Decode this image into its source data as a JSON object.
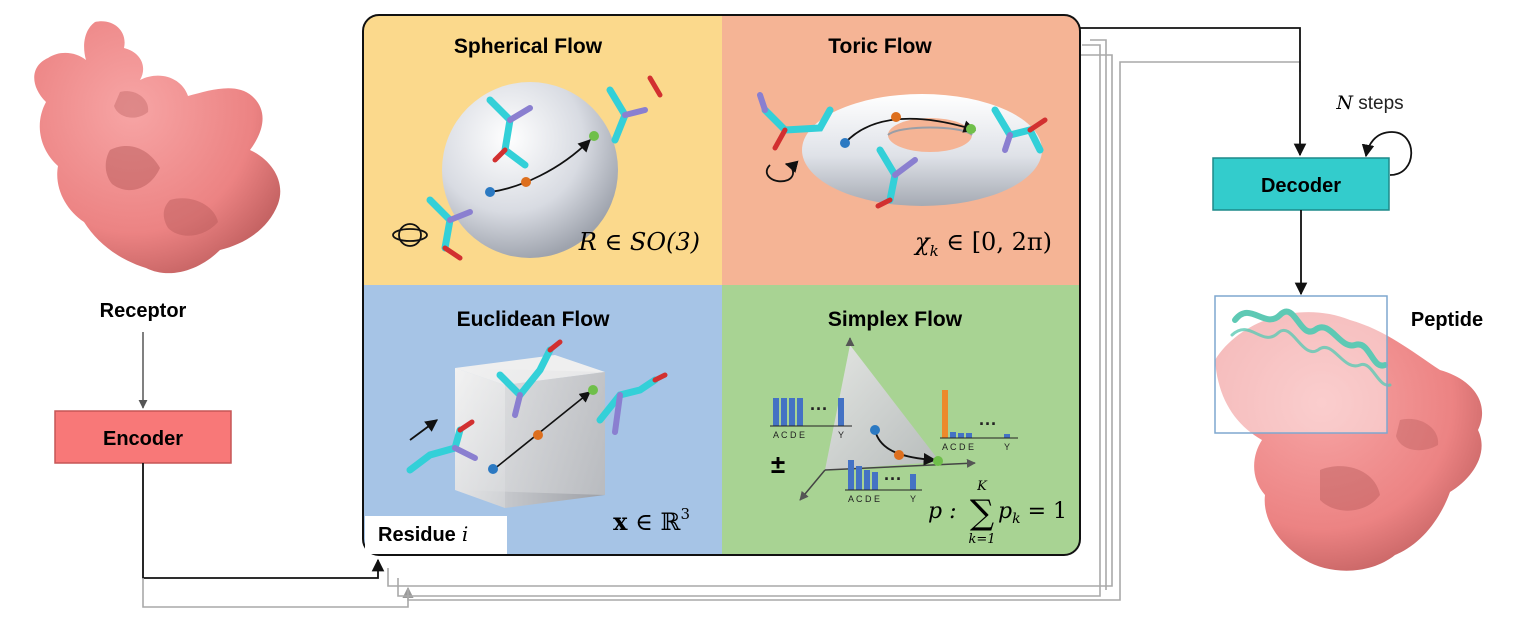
{
  "receptor": {
    "label": "Receptor"
  },
  "encoder": {
    "label": "Encoder"
  },
  "decoder": {
    "label": "Decoder"
  },
  "peptide": {
    "label": "Peptide"
  },
  "loop": {
    "n": "N",
    "steps": " steps"
  },
  "residue": {
    "label": "Residue",
    "index": "i"
  },
  "panels": {
    "spherical": {
      "title": "Spherical Flow",
      "formula": "R ∈ SO(3)"
    },
    "toric": {
      "title": "Toric Flow",
      "formula_var": "χ",
      "formula_sub": "k",
      "formula_rest": " ∈ [0, 2π)"
    },
    "euclidean": {
      "title": "Euclidean Flow",
      "formula_var": "x",
      "formula_rest": " ∈ ℝ",
      "formula_sup": "3"
    },
    "simplex": {
      "title": "Simplex Flow",
      "formula_p": "p :",
      "sum_symbol": "∑",
      "sum_top": "K",
      "sum_bottom": "k=1",
      "sum_term": "p",
      "sum_term_sub": "k",
      "sum_rest": " = 1",
      "pm": "±",
      "bar_letters": "A C D E",
      "bar_y": "Y",
      "ellipsis": "···"
    }
  },
  "colors": {
    "spherical_bg": "#fbd98c",
    "toric_bg": "#f5b495",
    "euclidean_bg": "#a6c4e6",
    "simplex_bg": "#a8d393",
    "encoder_fill": "#f87878",
    "decoder_fill": "#33cccc",
    "receptor_surface": "#f08a8a",
    "peptide_helix": "#5ec9b4",
    "bar_blue": "#4472c4",
    "bar_orange": "#ed8a2b",
    "point_blue": "#2b79c2",
    "point_orange": "#dd6f1e",
    "point_green": "#6fbf4a"
  }
}
